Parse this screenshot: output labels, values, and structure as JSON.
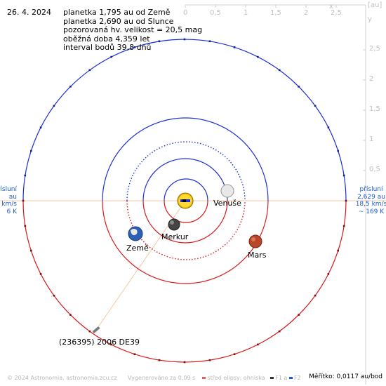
{
  "date": "26. 4. 2024",
  "info_lines": [
    "planetka 1,795 au od Země",
    "planetka 2,690 au od Slunce",
    "pozorovaná hv. velikost = 20,5 mag",
    "oběžná doba 4,359 let",
    "interval bodů 39,8 dnů"
  ],
  "axis": {
    "unit_label": "[au]",
    "x_label": "x",
    "y_label": "y",
    "x_ticks": [
      "0",
      "0,5",
      "1",
      "1,5",
      "2",
      "2,5"
    ],
    "y_ticks": [
      "2,5",
      "2",
      "1,5",
      "1",
      "0,5"
    ]
  },
  "bodies": {
    "venus": "Venuše",
    "earth": "Země",
    "mercury": "Merkur",
    "mars": "Mars",
    "asteroid": "(236395) 2006 DE39"
  },
  "perihelion": {
    "label": "přísluní",
    "distance": "2,629 au",
    "speed": "18,5 km/s",
    "temp": "~ 169 K"
  },
  "aphelion": {
    "label": "přísluní",
    "distance": "au",
    "speed": "km/s",
    "temp": "6 K"
  },
  "footer": {
    "copyright": "© 2024 Astronomia, astronomia.zcu.cz",
    "generated": "Vygenerováno za 0,09 s",
    "legend_center": "střed elipsy, ohniska",
    "f1": "F1 a",
    "f2": "F2",
    "scale": "Měřítko: 0,0117 au/bod"
  },
  "colors": {
    "orbit_blue": "#1a2fd6",
    "orbit_red": "#d81818",
    "asteroid_line": "#f0c8a0",
    "sun": "#f2c500"
  }
}
